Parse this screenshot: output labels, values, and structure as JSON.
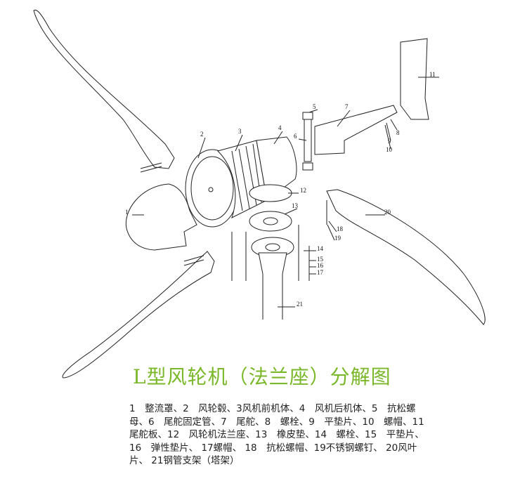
{
  "title": "L型风轮机（法兰座）分解图",
  "title_color": "#7ab829",
  "part_labels": [
    "1",
    "2",
    "3",
    "4",
    "5",
    "6",
    "7",
    "8",
    "9",
    "10",
    "11",
    "12",
    "13",
    "14",
    "15",
    "16",
    "17",
    "18",
    "19",
    "20",
    "21"
  ],
  "legend": "1　整流罩、2　风轮毂、3风机前机体、4　风机后机体、5　抗松螺母、6　尾舵固定管、7　尾舵、8　螺栓、9　平垫片、10　螺帽、11　尾舵板、12　风轮机法兰座、13　橡皮垫、14　螺栓、15　平垫片、16　弹性垫片、 17螺帽、 18　抗松螺帽、19不锈钢螺钉、 20风叶片、 21钢管支架（塔架）"
}
